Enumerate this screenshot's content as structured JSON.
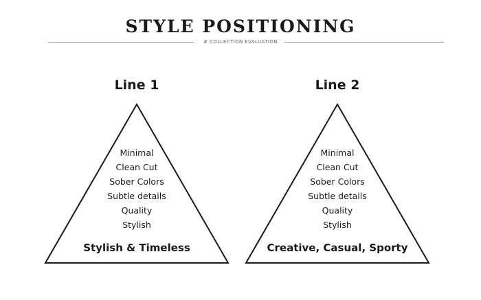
{
  "header": {
    "title": "STYLE POSITIONING",
    "subtitle": "# COLLECTION EVALUATION"
  },
  "lines": [
    {
      "title": "Line 1",
      "attributes": [
        "Minimal",
        "Clean Cut",
        "Sober Colors",
        "Subtle details",
        "Quality",
        "Stylish"
      ],
      "tagline": "Stylish & Timeless"
    },
    {
      "title": "Line 2",
      "attributes": [
        "Minimal",
        "Clean Cut",
        "Sober Colors",
        "Subtle details",
        "Quality",
        "Stylish"
      ],
      "tagline": "Creative, Casual, Sporty"
    }
  ]
}
